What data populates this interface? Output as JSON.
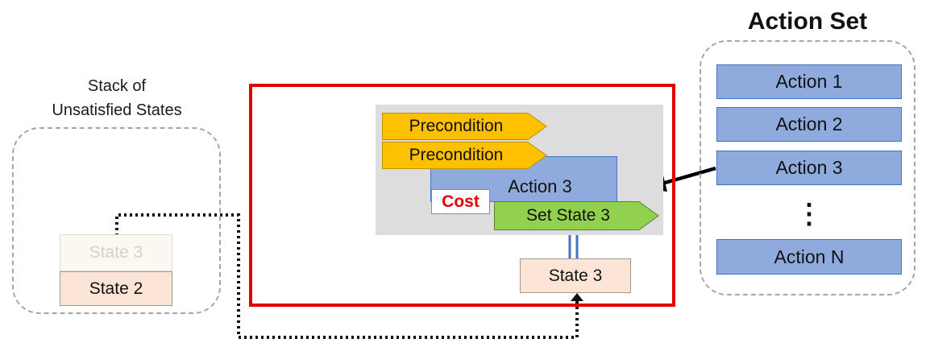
{
  "stack": {
    "title_line1": "Stack of",
    "title_line2": "Unsatisfied States",
    "items": [
      "State 3",
      "State 2"
    ]
  },
  "planner": {
    "preconditions": [
      "Precondition",
      "Precondition"
    ],
    "action_label": "Action 3",
    "cost_label": "Cost",
    "effect_label": "Set State 3",
    "result_state": "State 3"
  },
  "action_set": {
    "title": "Action Set",
    "items": [
      "Action 1",
      "Action 2",
      "Action 3",
      "Action N"
    ],
    "ellipsis": "⋮"
  },
  "colors": {
    "highlight_border": "#e00000",
    "precondition_fill": "#ffc000",
    "effect_fill": "#92d050",
    "action_fill": "#8faadc",
    "state_fill": "#fce4d6",
    "cost_text": "#e00000"
  }
}
